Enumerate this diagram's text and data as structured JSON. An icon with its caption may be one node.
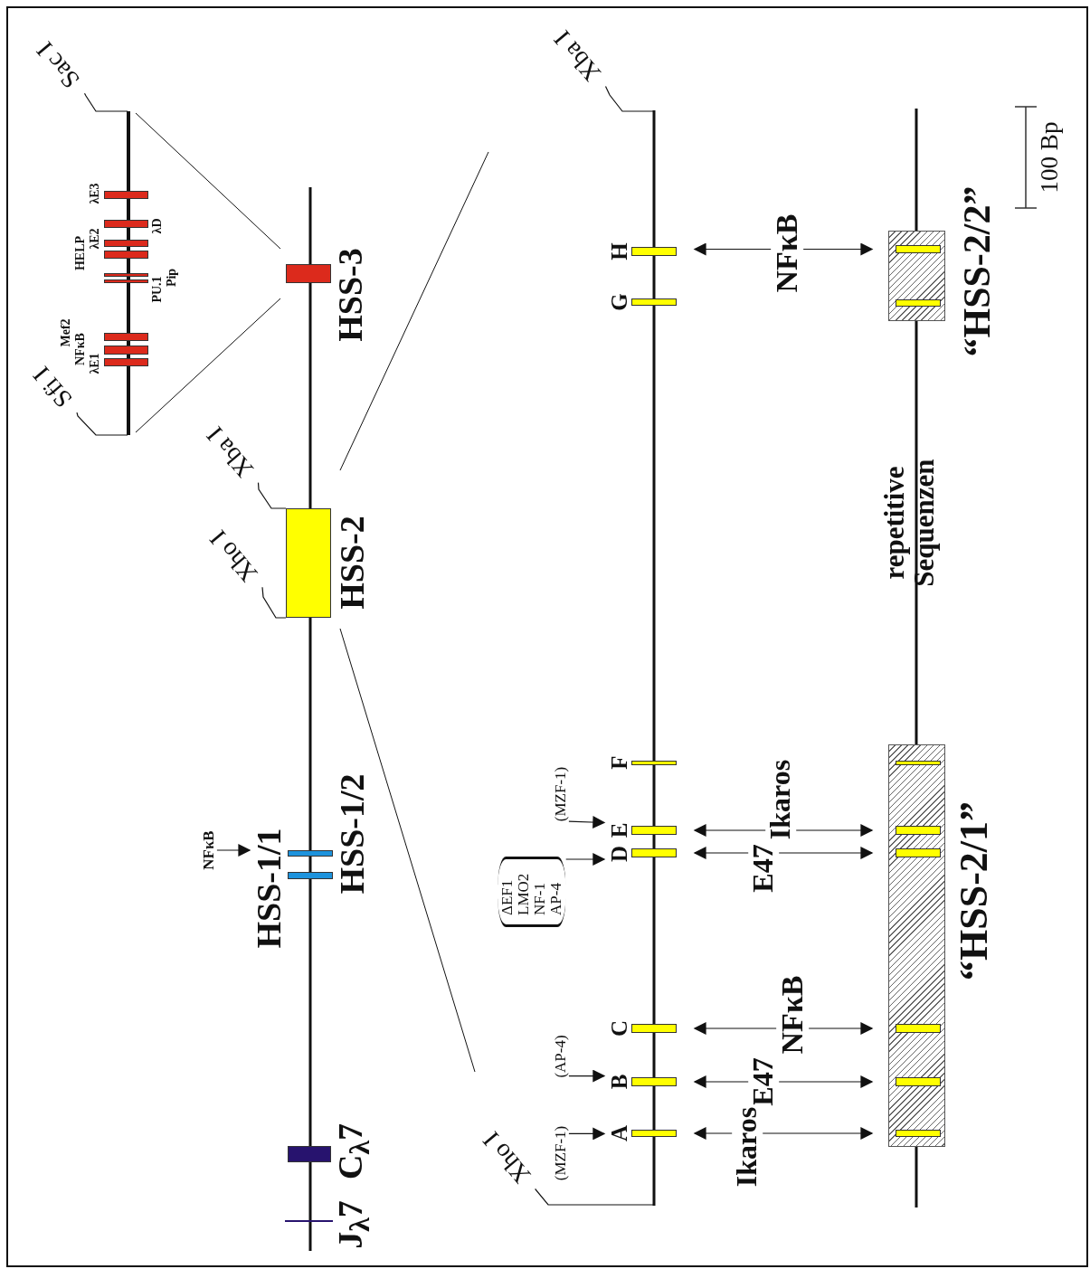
{
  "diagram": {
    "nodes": [
      {
        "text": [
          "Sac I"
        ]
      },
      {
        "text": [
          "Sfi I"
        ]
      },
      {
        "text": [
          "λE3"
        ]
      },
      {
        "text": [
          "λD"
        ]
      },
      {
        "text": [
          "λE2"
        ]
      },
      {
        "text": [
          "HELP"
        ]
      },
      {
        "text": [
          "Pip"
        ]
      },
      {
        "text": [
          "PU.1"
        ]
      },
      {
        "text": [
          "Mef2"
        ]
      },
      {
        "text": [
          "NFκB"
        ]
      },
      {
        "text": [
          "λE1"
        ]
      },
      {
        "text": [
          "HSS-3"
        ]
      },
      {
        "text": [
          "Xba I"
        ]
      },
      {
        "text": [
          "Xho I"
        ]
      },
      {
        "text": [
          "HSS-2"
        ]
      },
      {
        "text": [
          "NFκB"
        ]
      },
      {
        "text": [
          "HSS-1/2"
        ]
      },
      {
        "text": [
          "HSS-1/1"
        ]
      },
      {
        "text": [
          "C$_{λ}$7"
        ]
      },
      {
        "text": [
          "J$_{λ}$7"
        ]
      },
      {
        "text": [
          "Xba I"
        ]
      },
      {
        "text": [
          "H"
        ]
      },
      {
        "text": [
          "G"
        ]
      },
      {
        "text": [
          "F"
        ]
      },
      {
        "text": [
          "(MZF-1)"
        ]
      },
      {
        "text": [
          "E"
        ]
      },
      {
        "text": [
          "D"
        ]
      },
      {
        "text": [
          "ΔEF1 LMO2 NF-1 AP-4"
        ]
      },
      {
        "text": [
          "C"
        ]
      },
      {
        "text": [
          "(AP-4)"
        ]
      },
      {
        "text": [
          "B"
        ]
      },
      {
        "text": [
          "(MZF-1)"
        ]
      },
      {
        "text": [
          "A"
        ]
      },
      {
        "text": [
          "Xho I"
        ]
      },
      {
        "text": [
          "“HSS-2/2”"
        ]
      },
      {
        "text": [],
        "shape": "bar",
        "in": 34
      },
      {
        "text": [],
        "shape": "bar",
        "in": 34
      },
      {
        "text": [
          "“HSS-2/1”"
        ]
      },
      {
        "text": [],
        "shape": "bar",
        "in": 37
      },
      {
        "text": [],
        "shape": "bar",
        "in": 37
      },
      {
        "text": [],
        "shape": "bar",
        "in": 37
      },
      {
        "text": [],
        "shape": "bar",
        "in": 37
      },
      {
        "text": [],
        "shape": "bar",
        "in": 37
      },
      {
        "text": [],
        "shape": "bar",
        "in": 37
      }
    ],
    "edges": [
      {
        "from": 0,
        "to": null,
        "arrow": "none"
      },
      {
        "from": 1,
        "to": null,
        "arrow": "none"
      },
      {
        "from": 12,
        "to": 14,
        "arrow": "none"
      },
      {
        "from": 13,
        "to": 14,
        "arrow": "none"
      },
      {
        "from": 15,
        "to": 17,
        "arrow": "to"
      },
      {
        "from": 20,
        "to": null,
        "arrow": "none"
      },
      {
        "from": 33,
        "to": null,
        "arrow": "none"
      },
      {
        "from": 24,
        "to": 25,
        "arrow": "to"
      },
      {
        "from": 27,
        "to": 26,
        "arrow": "to"
      },
      {
        "from": 29,
        "to": 30,
        "arrow": "to"
      },
      {
        "from": 31,
        "to": 32,
        "arrow": "to"
      },
      {
        "from": 21,
        "to": 35,
        "arrow": "both",
        "label": "NFκB"
      },
      {
        "from": 25,
        "to": 39,
        "arrow": "both",
        "label": "Ikaros"
      },
      {
        "from": 26,
        "to": 40,
        "arrow": "both",
        "label": "E47"
      },
      {
        "from": 28,
        "to": 41,
        "arrow": "both",
        "label": "NFκB"
      },
      {
        "from": 30,
        "to": 42,
        "arrow": "both",
        "label": "E47"
      },
      {
        "from": 32,
        "to": 43,
        "arrow": "both",
        "label": "Ikaros"
      }
    ],
    "labels": [
      "repetitive Sequenzen",
      "100 Bp"
    ]
  }
}
